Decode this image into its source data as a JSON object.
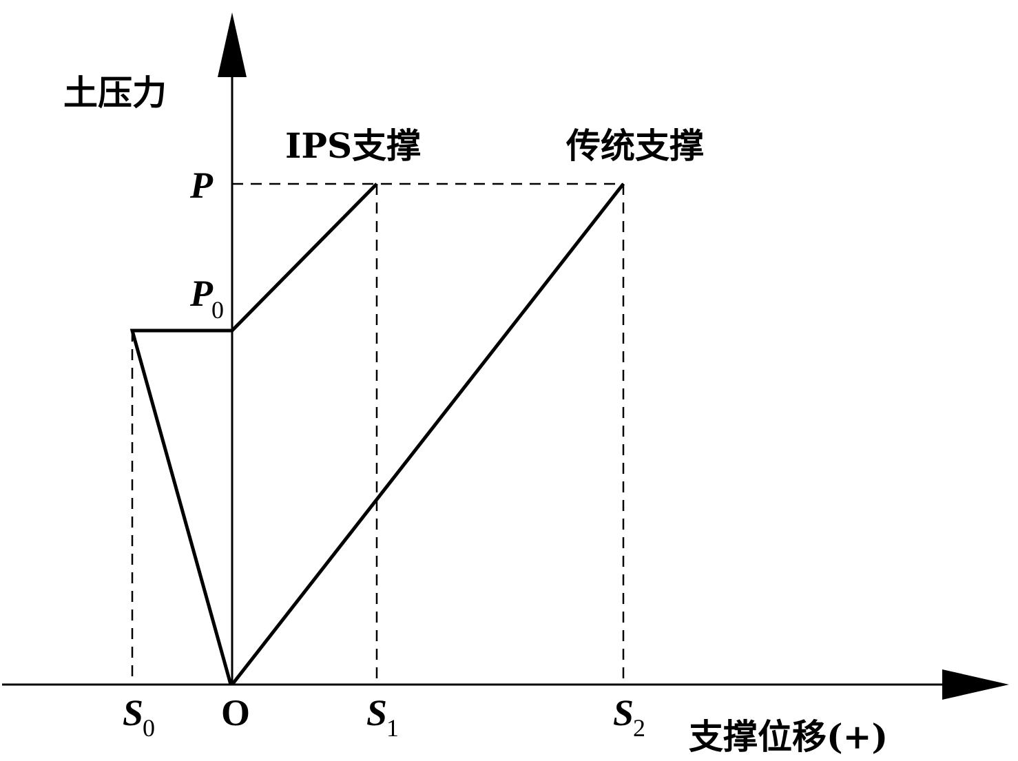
{
  "labels": {
    "y_axis": "土压力",
    "x_axis": "支撑位移(+)",
    "series_ips": "IPS支撑",
    "series_traditional": "传统支撑",
    "p": "P",
    "p0_main": "P",
    "p0_sub": "0",
    "origin": "O",
    "s0_main": "S",
    "s0_sub": "0",
    "s1_main": "S",
    "s1_sub": "1",
    "s2_main": "S",
    "s2_sub": "2"
  }
}
